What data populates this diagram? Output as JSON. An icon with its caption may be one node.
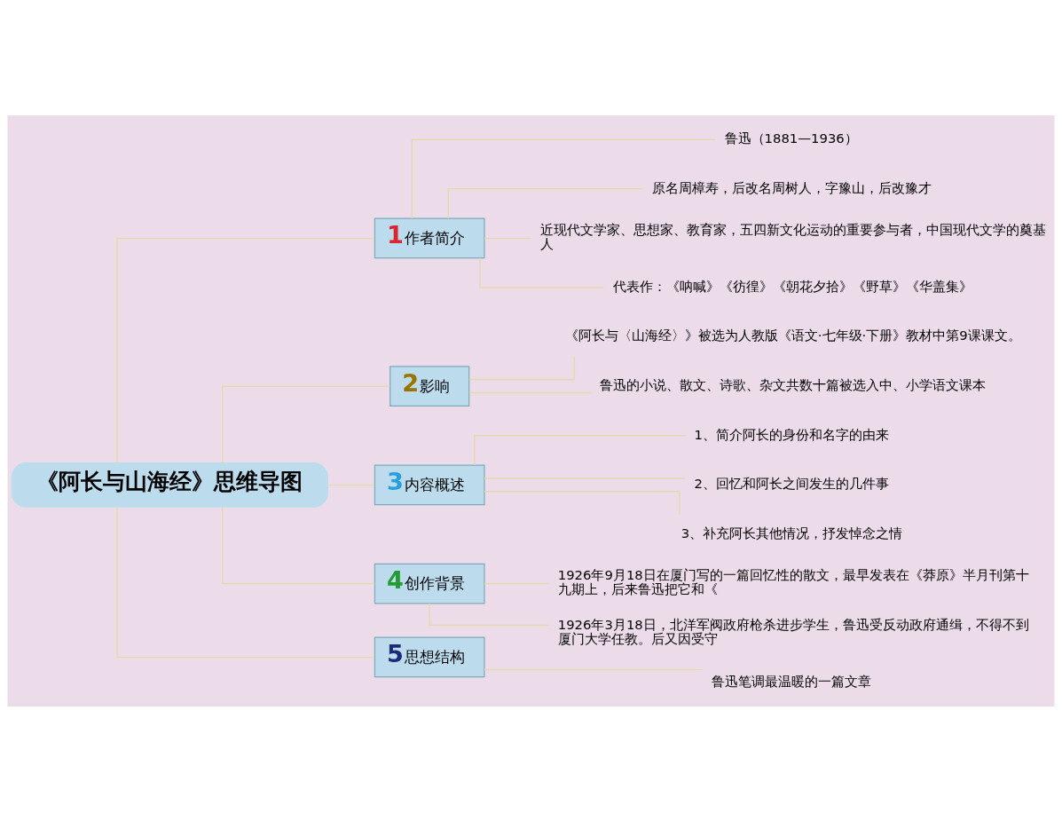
{
  "diagram": {
    "nodes": [
      {
        "text": [
          "《阿长与山海经》思维导图"
        ]
      },
      {
        "text": [
          "1",
          "作者简介"
        ]
      },
      {
        "text": [
          "鲁迅（1881—1936）"
        ]
      },
      {
        "text": [
          "原名周樟寿，后改名周树人，字豫山，后改豫才"
        ]
      },
      {
        "text": [
          "近现代文学家、思想家、教育家，五四新文化运动的重要参与者，中国现代文学的奠基人"
        ]
      },
      {
        "text": [
          "代表作：《呐喊》《彷徨》《朝花夕拾》《野草》《华盖集》"
        ]
      },
      {
        "text": [
          "2",
          "影响"
        ]
      },
      {
        "text": [
          "《阿长与〈山海经〉》被选为人教版《语文·七年级·下册》教材中第9课课文。"
        ]
      },
      {
        "text": [
          "鲁迅的小说、散文、诗歌、杂文共数十篇被选入中、小学语文课本"
        ]
      },
      {
        "text": [
          "3",
          "内容概述"
        ]
      },
      {
        "text": [
          "1、简介阿长的身份和名字的由来"
        ]
      },
      {
        "text": [
          "2、回忆和阿长之间发生的几件事"
        ]
      },
      {
        "text": [
          "3、补充阿长其他情况，抒发悼念之情"
        ]
      },
      {
        "text": [
          "4",
          "创作背景"
        ]
      },
      {
        "text": [
          "1926年9月18日在厦门写的一篇回忆性的散文，最早发表在《莽原》半月刊第十九期上，后来鲁迅把它和《"
        ]
      },
      {
        "text": [
          "1926年3月18日，北洋军阀政府枪杀进步学生，鲁迅受反动政府通缉，不得不到厦门大学任教。后又因受守"
        ]
      },
      {
        "text": [
          "5",
          "思想结构"
        ]
      },
      {
        "text": [
          "鲁迅笔调最温暖的一篇文章"
        ]
      }
    ],
    "edges": [
      {
        "from": 0,
        "to": 1,
        "arrow": "none"
      },
      {
        "from": 1,
        "to": 2,
        "arrow": "none"
      },
      {
        "from": 1,
        "to": 3,
        "arrow": "none"
      },
      {
        "from": 1,
        "to": 4,
        "arrow": "none"
      },
      {
        "from": 1,
        "to": 5,
        "arrow": "none"
      },
      {
        "from": 0,
        "to": 6,
        "arrow": "none"
      },
      {
        "from": 6,
        "to": 7,
        "arrow": "none"
      },
      {
        "from": 6,
        "to": 8,
        "arrow": "none"
      },
      {
        "from": 0,
        "to": 9,
        "arrow": "none"
      },
      {
        "from": 9,
        "to": 10,
        "arrow": "none"
      },
      {
        "from": 9,
        "to": 11,
        "arrow": "none"
      },
      {
        "from": 9,
        "to": 12,
        "arrow": "none"
      },
      {
        "from": 0,
        "to": 13,
        "arrow": "none"
      },
      {
        "from": 13,
        "to": 14,
        "arrow": "none"
      },
      {
        "from": 13,
        "to": 15,
        "arrow": "none"
      },
      {
        "from": 0,
        "to": 16,
        "arrow": "none"
      },
      {
        "from": 16,
        "to": 17,
        "arrow": "none"
      }
    ]
  }
}
